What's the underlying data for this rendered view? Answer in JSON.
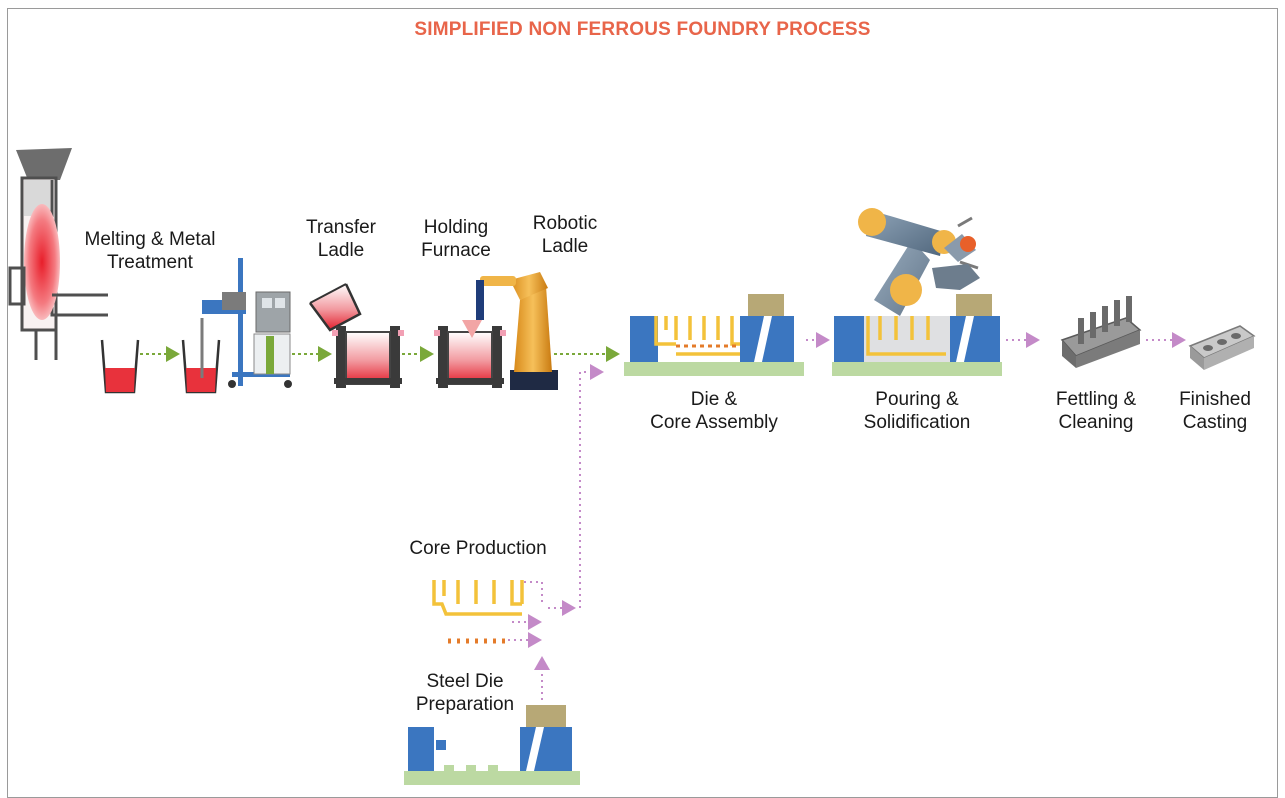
{
  "title": "SIMPLIFIED NON FERROUS FOUNDRY PROCESS",
  "steps": {
    "melting": {
      "line1": "Melting & Metal",
      "line2": "Treatment"
    },
    "transfer_ladle": {
      "line1": "Transfer",
      "line2": "Ladle"
    },
    "holding_furnace": {
      "line1": "Holding",
      "line2": "Furnace"
    },
    "robotic_ladle": {
      "line1": "Robotic",
      "line2": "Ladle"
    },
    "die_core_assembly": {
      "line1": "Die &",
      "line2": "Core Assembly"
    },
    "pouring": {
      "line1": "Pouring &",
      "line2": "Solidification"
    },
    "fettling": {
      "line1": "Fettling &",
      "line2": "Cleaning"
    },
    "finished": {
      "line1": "Finished",
      "line2": "Casting"
    },
    "core_production": {
      "line1": "Core Production"
    },
    "steel_die": {
      "line1": "Steel Die",
      "line2": "Preparation"
    }
  },
  "colors": {
    "title": "#e8654a",
    "metal_flow_arrow": "#7aa83a",
    "die_flow_arrow": "#c48ac8",
    "die_blue": "#3b76c0",
    "base_green": "#bcd9a2",
    "core_yellow": "#f3c23a",
    "molten_red": "#e8323c",
    "cap_khaki": "#b7a876"
  }
}
